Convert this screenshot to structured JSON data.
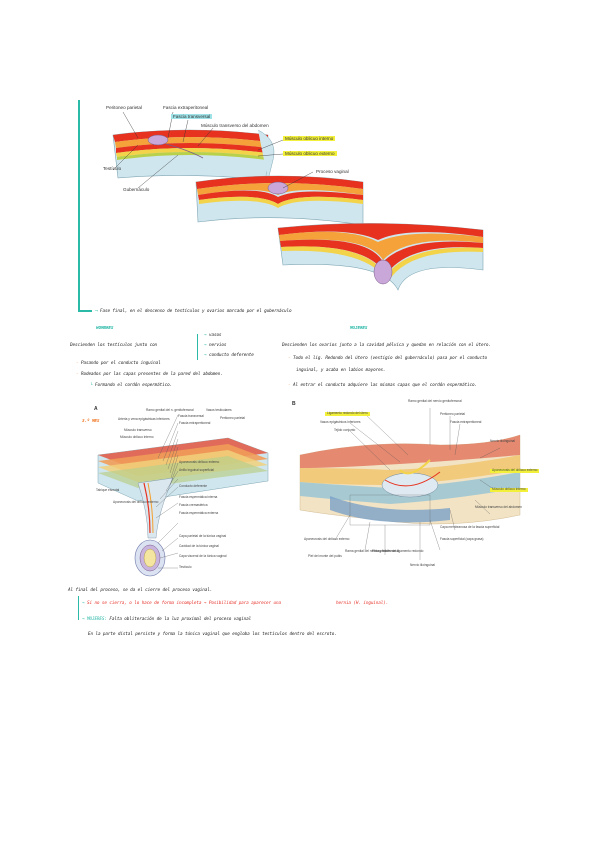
{
  "figure1": {
    "labels": {
      "peritoneo": "Peritoneo parietal",
      "fascia_extra": "Fascia extraperitoneal",
      "fascia_trans": "Fascia transversal",
      "musculo_trans": "Músculo transverso del abdomen",
      "obliquo_int": "Músculo oblicuo interno",
      "obliquo_ext": "Músculo oblicuo externo",
      "testiculo": "Testículo",
      "gubernaculo": "Gubernáculo",
      "proceso": "Proceso vaginal"
    }
  },
  "notes": {
    "line1": "Fase final, en el descenso de testículos y ovarios marcado por el gubernáculo",
    "hombres_h": "HOMBRES",
    "mujeres_h": "MUJERES",
    "left_line": "Descienden los testículos junto con",
    "vasos": "vasos",
    "nervios": "nervios",
    "conducto": "conducto deferente",
    "left_b1": "Pasando por el conducto inguinal",
    "left_b2": "Rodeados por las capas presentes de la pared del abdomen.",
    "left_b3": "Formando el cordón espermático.",
    "right_line": "Descienden los ovarios junto a la cavidad pélvica y quedan en relación con el útero.",
    "right_b1": "Todo el lig. Redondo del útero (vestigio del gubernáculo) pasa por el conducto",
    "right_b1b": "inguinal, y acaba en labios mayores.",
    "right_b2": "Al entrar el conducto adquiere las mismas capas que el cordón espermático.",
    "mark_a": "A",
    "mark_b": "B",
    "nino": "3.º MES",
    "bottom1": "Al final del proceso, se da el cierre del proceso vaginal.",
    "bottom2": "Si no se cierra, o lo hace de forma incompleta → Posibilidad para aparecer una",
    "bottom2b": "hernia (H. inguinal).",
    "bottom3a": "MUJERES:",
    "bottom3b": "Falta obliteración de la luz proximal del proceso vaginal",
    "bottom4": "En la parte distal persiste y forma la túnica vaginal que engloba los testículos dentro del escroto."
  },
  "panelA": {
    "labels": [
      "Ramo genital del n. genitofemoral",
      "Vasos testiculares",
      "Fascia transversal",
      "Peritoneo parietal",
      "Arteria y vena epigástricas inferiores",
      "Fascia extraperitoneal",
      "Músculo transverso",
      "Músculo oblicuo interno",
      "Aponeurosis oblicuo externo",
      "Anillo inguinal superficial",
      "Conducto deferente",
      "Fascia espermática interna",
      "Fascia cremastérica",
      "Fascia espermática externa",
      "Tabique escrotal",
      "Aponeurosis del oblicuo externo",
      "Capa parietal de la túnica vaginal",
      "Cavidad de la túnica vaginal",
      "Capa visceral de la túnica vaginal",
      "Testículo"
    ]
  },
  "panelB": {
    "labels": [
      "Ramo genital del nervio genitofemoral",
      "Ligamento redondo del útero",
      "Peritoneo parietal",
      "Vasos epigástricos inferiores",
      "Fascia extraperitoneal",
      "Tejido conjunto",
      "Nervio ilioinguinal",
      "Aponeurosis del oblicuo externo",
      "Músculo oblicuo interno",
      "Músculo transverso del abdomen",
      "Capa membranosa de la fascia superficial",
      "Fascia superficial (capa grasa)",
      "Aponeurosis del oblicuo externo",
      "Piel del monte del pubis",
      "Rama genital del nervio genitofemoral",
      "Fibras finales del ligamento redondo",
      "Nervio ilioinguinal"
    ]
  },
  "colors": {
    "accent": "#2bb9a8",
    "orange": "#f07a2a",
    "red": "#e6322a",
    "highlight_blue": "#9fe3e8",
    "highlight_yellow": "#f2f03a"
  }
}
